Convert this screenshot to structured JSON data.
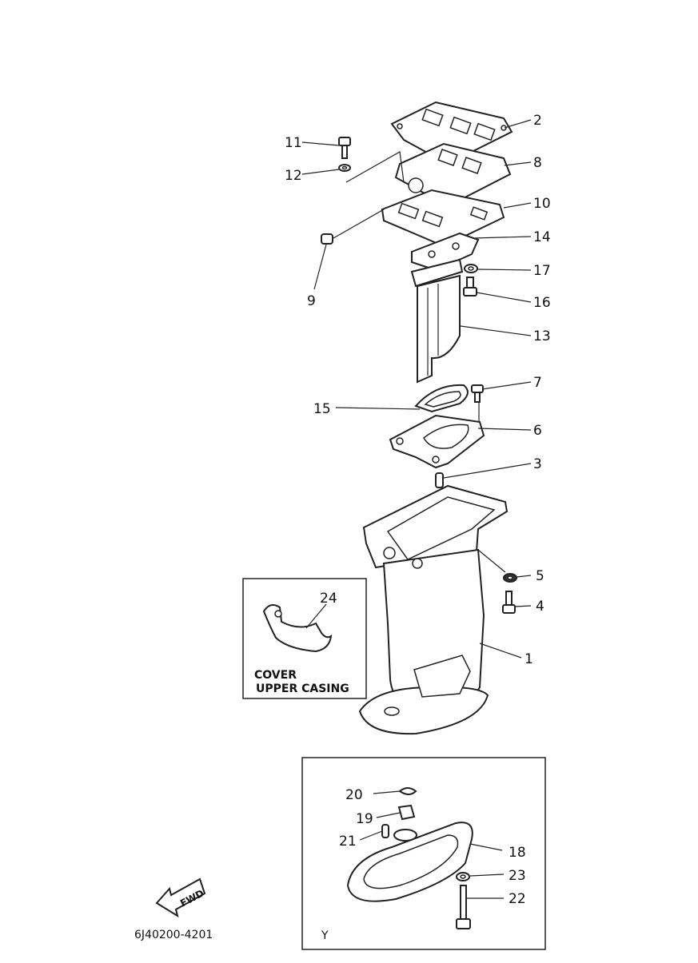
{
  "parts": [
    {
      "id": "callout-1",
      "label": "1"
    },
    {
      "id": "callout-2",
      "label": "2"
    },
    {
      "id": "callout-3",
      "label": "3"
    },
    {
      "id": "callout-4",
      "label": "4"
    },
    {
      "id": "callout-5",
      "label": "5"
    },
    {
      "id": "callout-6",
      "label": "6"
    },
    {
      "id": "callout-7",
      "label": "7"
    },
    {
      "id": "callout-8",
      "label": "8"
    },
    {
      "id": "callout-9",
      "label": "9"
    },
    {
      "id": "callout-10",
      "label": "10"
    },
    {
      "id": "callout-11",
      "label": "11"
    },
    {
      "id": "callout-12",
      "label": "12"
    },
    {
      "id": "callout-13",
      "label": "13"
    },
    {
      "id": "callout-14",
      "label": "14"
    },
    {
      "id": "callout-15",
      "label": "15"
    },
    {
      "id": "callout-16",
      "label": "16"
    },
    {
      "id": "callout-17",
      "label": "17"
    },
    {
      "id": "callout-18",
      "label": "18"
    },
    {
      "id": "callout-19",
      "label": "19"
    },
    {
      "id": "callout-20",
      "label": "20"
    },
    {
      "id": "callout-21",
      "label": "21"
    },
    {
      "id": "callout-22",
      "label": "22"
    },
    {
      "id": "callout-23",
      "label": "23"
    },
    {
      "id": "callout-24",
      "label": "24"
    }
  ],
  "inset_cover": {
    "line1": "COVER",
    "line2": "UPPER CASING"
  },
  "inset_lower": {
    "marker": "Y"
  },
  "fwd_arrow": {
    "text": "FWD"
  },
  "drawing_code": "6J40200-4201"
}
